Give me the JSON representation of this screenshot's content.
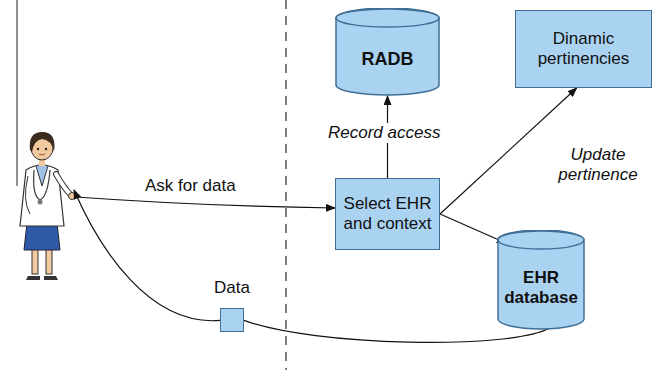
{
  "diagram": {
    "nodes": [
      {
        "text": [
          "RADB"
        ]
      },
      {
        "text": [
          "Dinamic pertinencies"
        ]
      },
      {
        "text": [
          "Select EHR and context"
        ]
      },
      {
        "text": [
          "EHR database"
        ]
      },
      {
        "text": [
          "Data"
        ]
      }
    ],
    "edges": [
      {
        "from": 2,
        "to": 0,
        "arrow": "to",
        "label": "Record access"
      },
      {
        "from": 2,
        "to": 1,
        "arrow": "to",
        "label": "Update pertinence"
      },
      {
        "from": 2,
        "to": 3,
        "arrow": "to"
      },
      {
        "from": 3,
        "to": 4,
        "arrow": "none"
      }
    ],
    "labels": [
      "Ask for data"
    ]
  }
}
